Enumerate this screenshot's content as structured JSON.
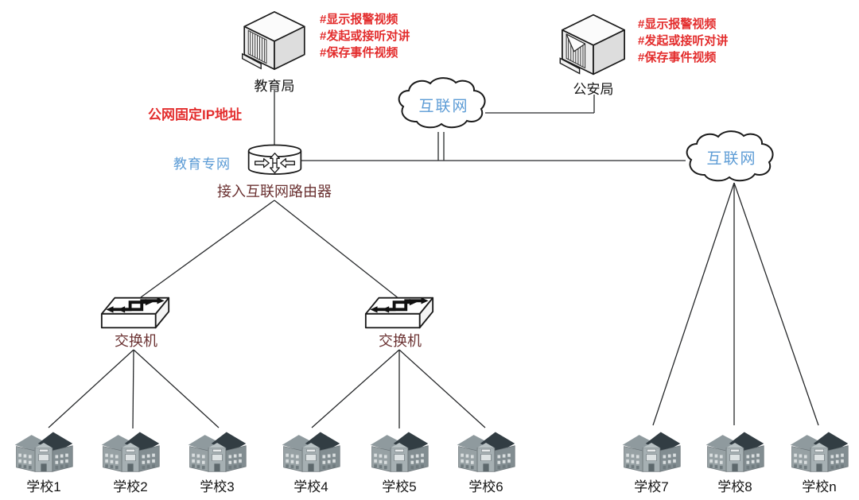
{
  "diagram": {
    "edu_bureau": {
      "label": "教育局",
      "icon": "server-icon",
      "notes": [
        "#显示报警视频",
        "#发起或接听对讲",
        "#保存事件视频"
      ]
    },
    "police_bureau": {
      "label": "公安局",
      "icon": "server-icon",
      "notes": [
        "#显示报警视频",
        "#发起或接听对讲",
        "#保存事件视频"
      ]
    },
    "public_ip_note": "公网固定IP地址",
    "edu_private_net_label": "教育专网",
    "router_label": "接入互联网路由器",
    "router_icon": "router-icon",
    "cloud_center_label": "互联网",
    "cloud_right_label": "互联网",
    "cloud_icon": "cloud-icon",
    "switch1_label": "交换机",
    "switch2_label": "交换机",
    "switch_icon": "switch-icon",
    "school_icon": "school-building-icon",
    "schools": [
      "学校1",
      "学校2",
      "学校3",
      "学校4",
      "学校5",
      "学校6",
      "学校7",
      "学校8",
      "学校n"
    ],
    "colors": {
      "annotation_red": "#e32d2d",
      "network_blue": "#5b9bd5",
      "device_maroon": "#6b3232",
      "label_black": "#141414",
      "line": "#26282a"
    }
  }
}
